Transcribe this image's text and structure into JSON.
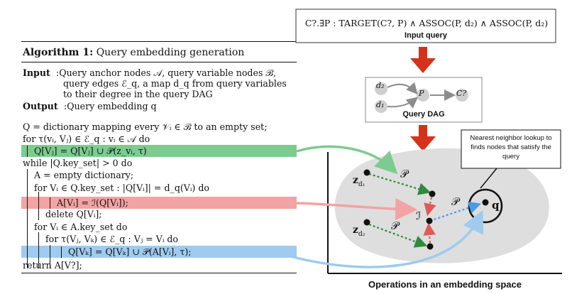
{
  "algorithm": {
    "title_label": "Algorithm 1:",
    "title_text": "Query embedding generation",
    "input_label": "Input",
    "input_lines": [
      ":Query anchor nodes 𝒜, query variable nodes ℬ,",
      "query edges ℰ_q, a map d_q from query variables",
      "to their degree in the query DAG"
    ],
    "output_label": "Output",
    "output_text": ":Query embedding q",
    "lines": [
      "Q = dictionary mapping every 𝒱ᵢ ∈ ℬ to an empty set;",
      "for τ(vᵢ, Vⱼ) ∈ ℰ_q :  vᵢ ∈ 𝒜 do",
      "Q[Vⱼ] = Q[Vⱼ] ∪ 𝒫(z_vᵢ, τ)",
      "while |Q.key_set| > 0 do",
      "A = empty dictionary;",
      "for Vᵢ ∈ Q.key_set :  |Q[Vᵢ]| = d_q(Vᵢ) do",
      "A[Vᵢ] = ℐ(Q[Vᵢ]);",
      "delete Q[Vᵢ];",
      "for Vᵢ ∈ A.key_set do",
      "for τ(Vⱼ, Vₖ) ∈ ℰ_q  :  Vⱼ = Vᵢ do",
      "Q[Vₖ] = Q[Vₖ] ∪ 𝒫(A[Vᵢ], τ);",
      "return A[V?];"
    ]
  },
  "query": {
    "formula": "C?.∃P : TARGET(C?, P) ∧ ASSOC(P, d₂) ∧ ASSOC(P, d₂)",
    "input_label": "Input query",
    "dag_label": "Query DAG",
    "dag_nodes": [
      "d₂",
      "d₁",
      "P",
      "C?"
    ]
  },
  "embedding": {
    "caption": "Operations in an embedding space",
    "callout": "Nearest neighbor lookup to finds nodes that satisfy the query",
    "labels": {
      "zd1": "z",
      "zd1_sub": "d₁",
      "zd2": "z",
      "zd2_sub": "d₂",
      "P1": "𝒫",
      "P2": "𝒫",
      "P3": "𝒫",
      "I": "ℐ",
      "q": "q"
    }
  },
  "colors": {
    "green_band": "#7ecb8f",
    "red_band": "#f2a3a3",
    "blue_band": "#9ecbef",
    "arrow_red": "#d5321c",
    "blob_gray": "#dedede",
    "green_dotted": "#2e8b3a",
    "red_dotted": "#e05a5a",
    "blue_dotted": "#4a9be6"
  }
}
